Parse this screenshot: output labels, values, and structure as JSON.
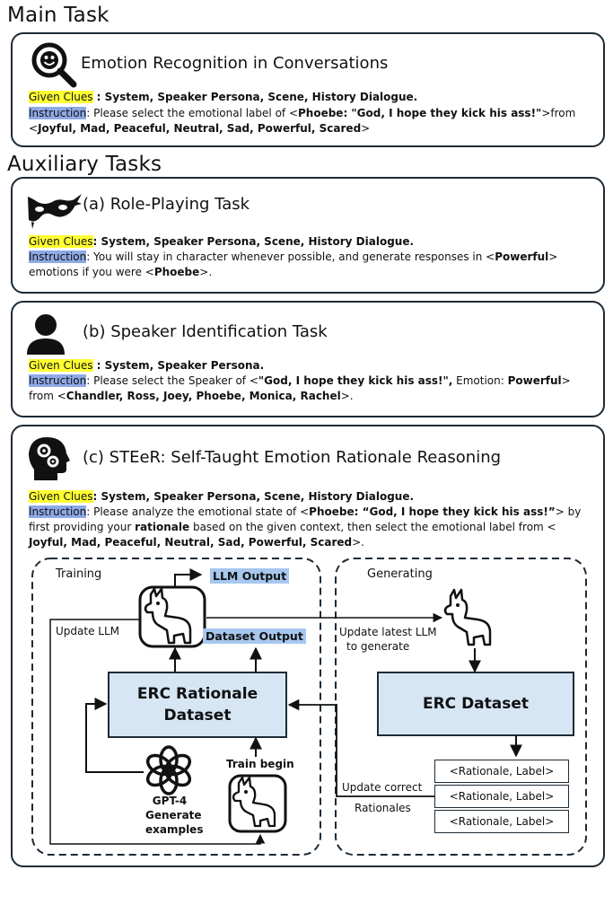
{
  "headings": {
    "main": "Main Task",
    "aux": "Auxiliary Tasks"
  },
  "main_task": {
    "title": "Emotion Recognition in Conversations",
    "clues_label": "Given Clues",
    "clues_text": " : System, Speaker Persona, Scene, History Dialogue.",
    "instr_label": "Instruction",
    "instr_a": ": Please select the emotional label of <",
    "instr_b": "Phoebe: \"God, I hope they kick his ass!\"",
    "instr_c": ">from <",
    "instr_d": "Joyful, Mad, Peaceful, Neutral, Sad, Powerful, Scared",
    "instr_e": ">"
  },
  "role_task": {
    "title": "(a) Role-Playing Task",
    "clues_label": "Given Clues",
    "clues_text": ": System, Speaker Persona, Scene, History Dialogue.",
    "instr_label": "Instruction",
    "instr_a": ": You will stay in character whenever possible, and generate responses in <",
    "instr_b": "Powerful",
    "instr_c": "> emotions if you were <",
    "instr_d": "Phoebe",
    "instr_e": ">."
  },
  "speaker_task": {
    "title": "(b) Speaker Identification Task",
    "clues_label": "Given Clues",
    "clues_text": " : System, Speaker Persona.",
    "instr_label": "Instruction",
    "instr_a": ": Please select the Speaker of <",
    "instr_b": "\"God, I hope they kick his ass!\",",
    "instr_c": " Emotion: ",
    "instr_d": "Powerful",
    "instr_e": "> from <",
    "instr_f": "Chandler, Ross, Joey, Phoebe, Monica, Rachel",
    "instr_g": ">."
  },
  "steer_task": {
    "title": "(c) STEeR: Self-Taught Emotion Rationale Reasoning",
    "clues_label": "Given Clues",
    "clues_text": ": System, Speaker Persona, Scene, History Dialogue.",
    "instr_label": "Instruction",
    "instr_a": ": Please analyze the emotional state of  <",
    "instr_b": "Phoebe: “God, I hope they kick his ass!”",
    "instr_c": "> by first providing your ",
    "instr_d": "rationale",
    "instr_e": " based on the given context, then select the emotional label from < ",
    "instr_f": "Joyful, Mad, Peaceful, Neutral, Sad, Powerful, Scared",
    "instr_g": ">."
  },
  "diagram": {
    "training": "Training",
    "generating": "Generating",
    "llm_output": "LLM Output",
    "dataset_output": "Dataset Output",
    "update_llm": "Update LLM",
    "update_latest_1": "Update latest LLM",
    "update_latest_2": "to generate",
    "erc_rationale_1": "ERC Rationale",
    "erc_rationale_2": "Dataset",
    "erc_dataset": "ERC Dataset",
    "gpt4_1": "GPT-4",
    "gpt4_2": "Generate",
    "gpt4_3": "examples",
    "train_begin": "Train begin",
    "update_correct": "Update correct",
    "rationales": "Rationales",
    "pair_items": [
      "<Rationale, Label>",
      "<Rationale, Label>",
      "<Rationale, Label>"
    ]
  }
}
